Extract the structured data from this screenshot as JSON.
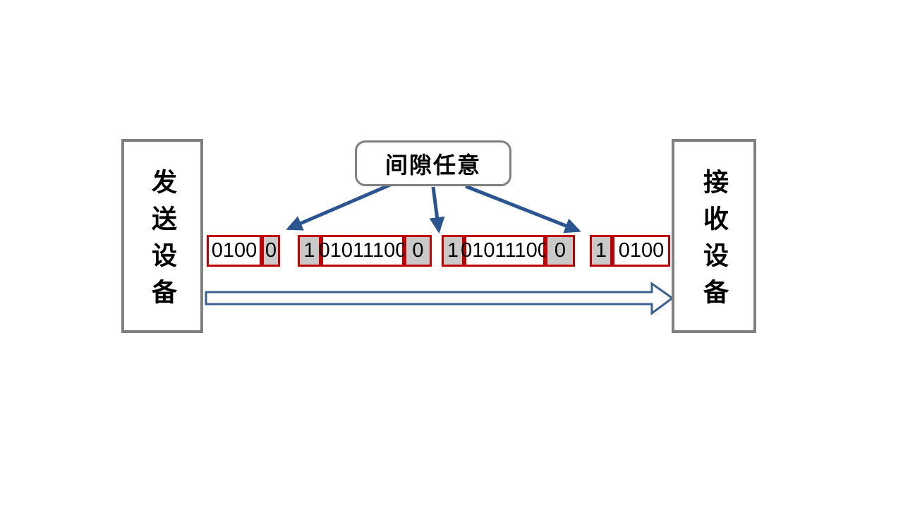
{
  "colors": {
    "arrow_blue": "#2a5591",
    "big_arrow_outline": "#3b6191",
    "big_arrow_fill": "#ffffff",
    "frame_red": "#c00000",
    "cell_gray": "#c9c9c9",
    "box_border_gray": "#808080"
  },
  "sender": {
    "label": "发送设备"
  },
  "receiver": {
    "label": "接收设备"
  },
  "gap_label": "间隙任意",
  "frames": [
    {
      "cells": [
        {
          "text": "0100",
          "type": "data"
        },
        {
          "text": "0",
          "type": "stop-bit"
        }
      ]
    },
    {
      "cells": [
        {
          "text": "1",
          "type": "start-bit"
        },
        {
          "text": "01011100",
          "type": "data"
        },
        {
          "text": "0",
          "type": "stop-bit"
        }
      ]
    },
    {
      "cells": [
        {
          "text": "1",
          "type": "start-bit"
        },
        {
          "text": "01011100",
          "type": "data"
        },
        {
          "text": "0",
          "type": "stop-bit"
        }
      ]
    },
    {
      "cells": [
        {
          "text": "1",
          "type": "start-bit"
        },
        {
          "text": "0100",
          "type": "data"
        }
      ]
    }
  ]
}
